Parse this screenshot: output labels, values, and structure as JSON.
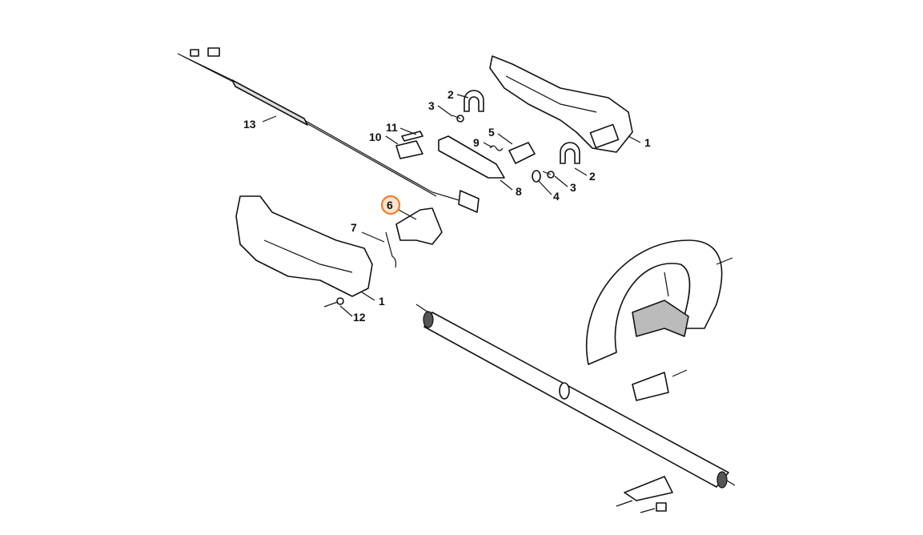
{
  "diagram": {
    "highlight_color": "#f07d2a",
    "highlighted_part": "6",
    "callouts": {
      "c13": "13",
      "c11": "11",
      "c10": "10",
      "c9": "9",
      "c5": "5",
      "c3a": "3",
      "c2a": "2",
      "c1a": "1",
      "c2b": "2",
      "c3b": "3",
      "c4": "4",
      "c8": "8",
      "c6": "6",
      "c7": "7",
      "c1b": "1",
      "c12": "12"
    }
  }
}
